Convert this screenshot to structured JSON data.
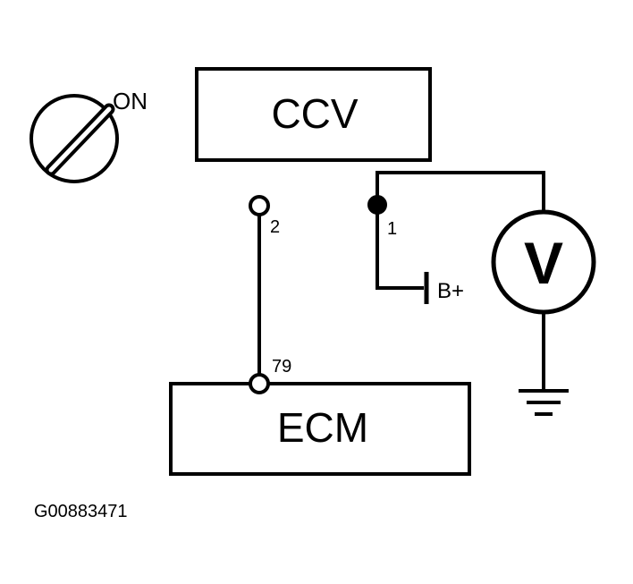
{
  "ignition": {
    "label": "ON"
  },
  "components": {
    "ccv": {
      "label": "CCV"
    },
    "ecm": {
      "label": "ECM"
    }
  },
  "terminals": {
    "ccv_pin2": "2",
    "ccv_pin1": "1",
    "ecm_pin79": "79"
  },
  "supply": {
    "label": "B+"
  },
  "meter": {
    "label": "V"
  },
  "figure_code": "G00883471"
}
